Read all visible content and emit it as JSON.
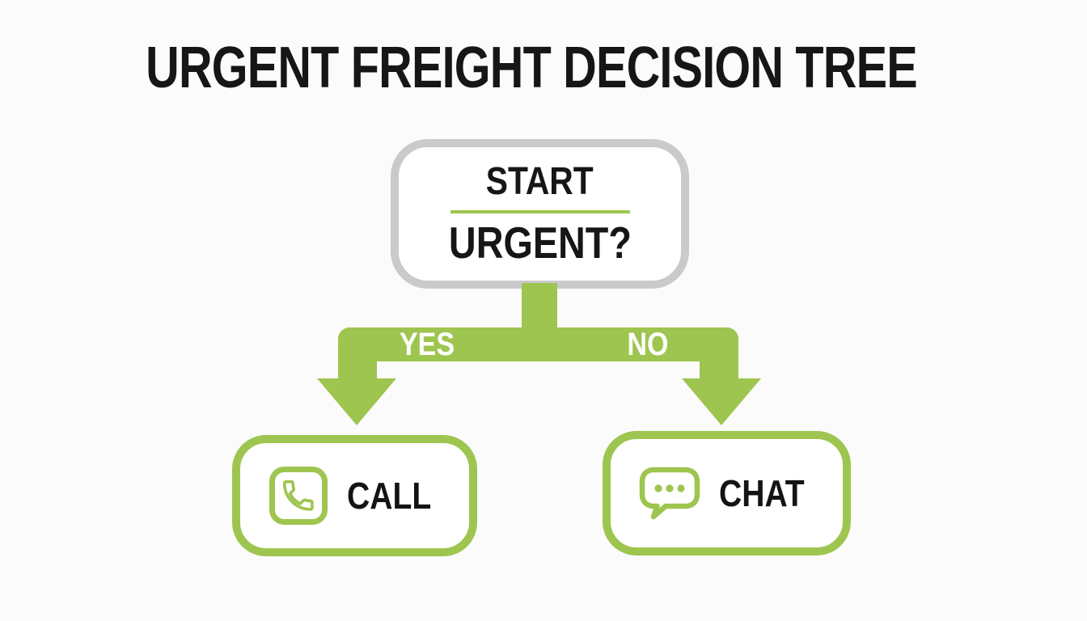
{
  "title": "URGENT FREIGHT DECISION TREE",
  "colors": {
    "green": "#9ec54f",
    "gray": "#cacacc",
    "bg": "#fbfbfb",
    "text": "#161616",
    "branch_label_text": "#ffffff"
  },
  "start_node": {
    "line1": "START",
    "line2": "URGENT?"
  },
  "branches": {
    "yes_label": "YES",
    "no_label": "NO"
  },
  "outcomes": [
    {
      "label": "CALL",
      "icon": "phone-icon"
    },
    {
      "label": "CHAT",
      "icon": "chat-icon"
    }
  ]
}
